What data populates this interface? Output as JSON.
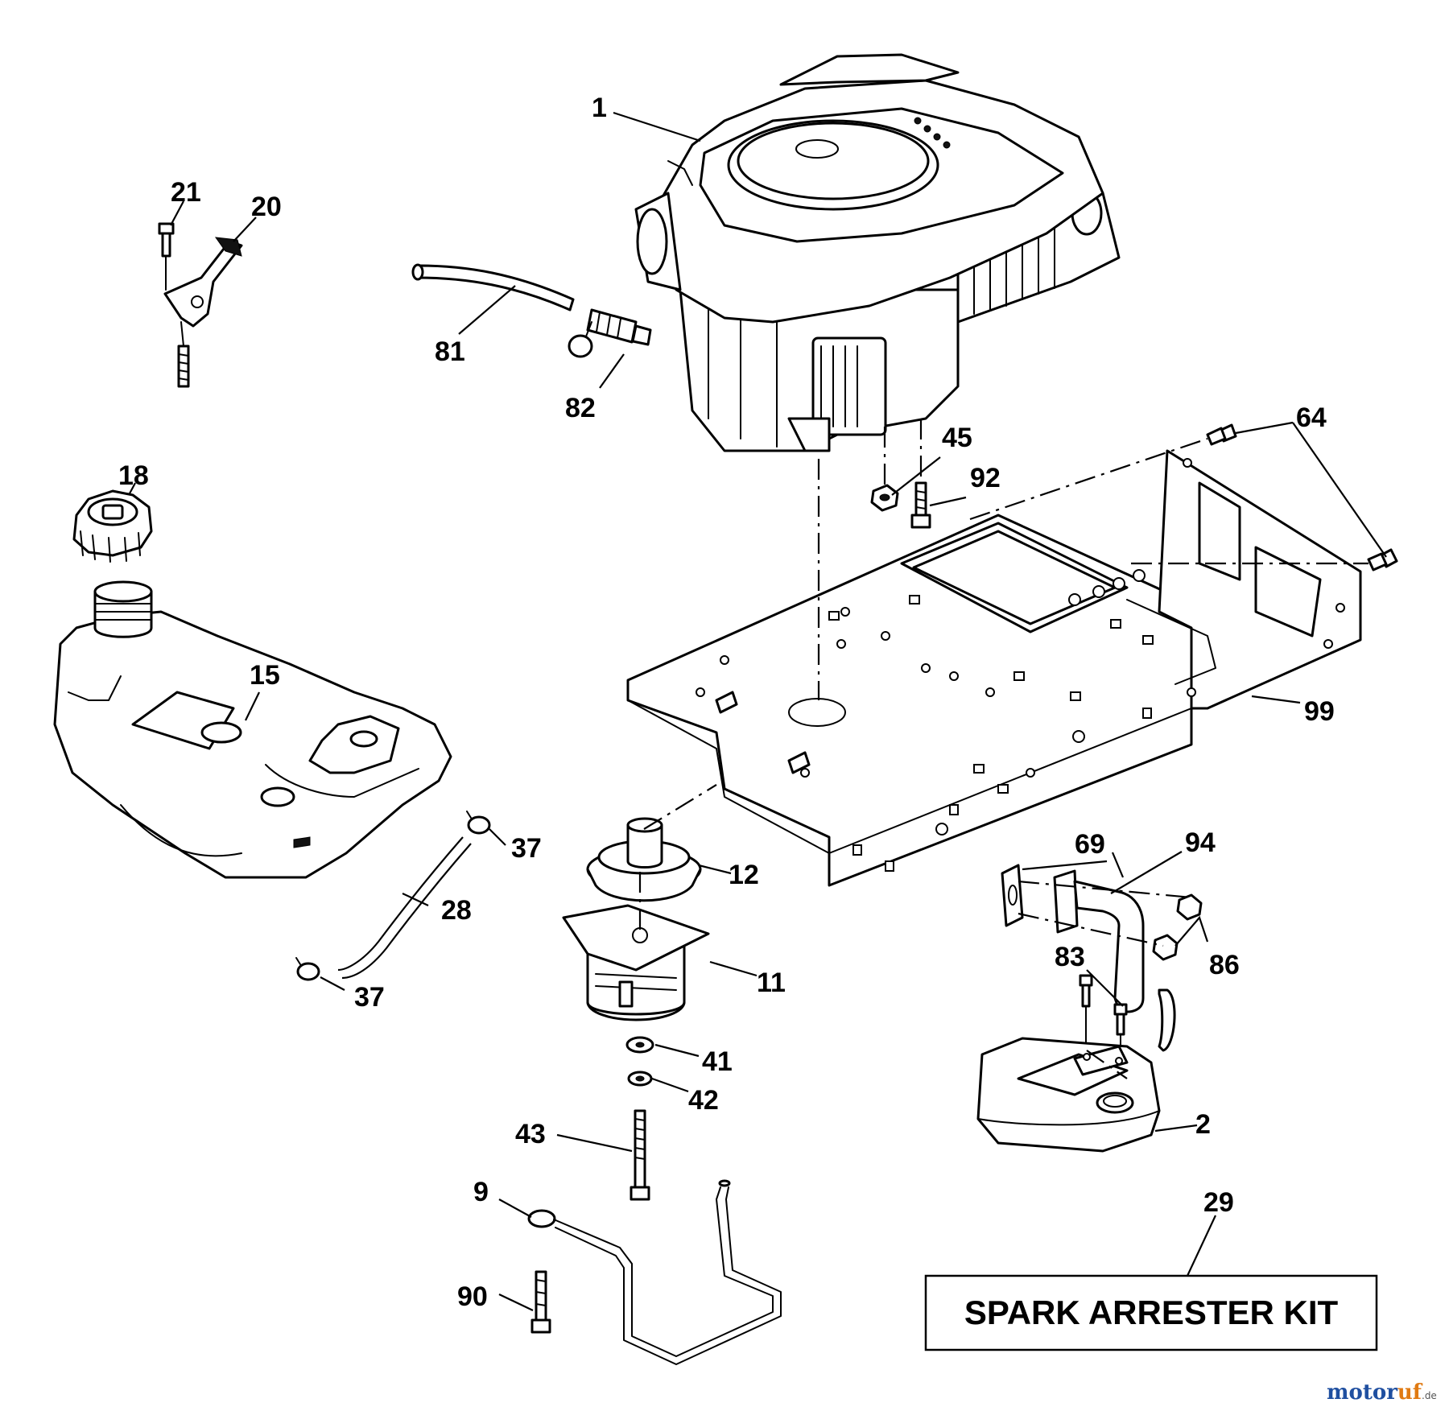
{
  "diagram": {
    "callouts": {
      "c1": "1",
      "c2": "2",
      "c9": "9",
      "c11": "11",
      "c12": "12",
      "c15": "15",
      "c18": "18",
      "c20": "20",
      "c21": "21",
      "c28": "28",
      "c29": "29",
      "c37a": "37",
      "c37b": "37",
      "c41": "41",
      "c42": "42",
      "c43": "43",
      "c45": "45",
      "c64": "64",
      "c69": "69",
      "c81": "81",
      "c82": "82",
      "c83": "83",
      "c86": "86",
      "c90": "90",
      "c92": "92",
      "c94": "94",
      "c99": "99"
    },
    "kit_label": "SPARK ARRESTER KIT",
    "watermark": {
      "brand_a": "motor",
      "brand_b": "uf",
      "tld": ".de"
    }
  }
}
